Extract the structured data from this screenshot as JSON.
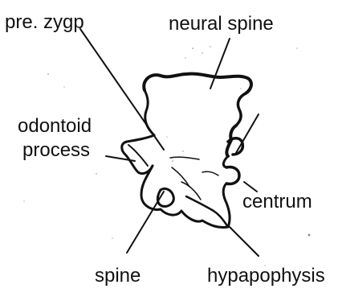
{
  "diagram": {
    "labels": {
      "pre_zygp": "pre. zygp",
      "neural_spine": "neural spine",
      "odontoid_line1": "odontoid",
      "odontoid_line2": "process",
      "centrum": "centrum",
      "spine": "spine",
      "hypapophysis": "hypapophysis"
    }
  },
  "colors": {
    "ink": "#111111",
    "background": "#ffffff"
  }
}
